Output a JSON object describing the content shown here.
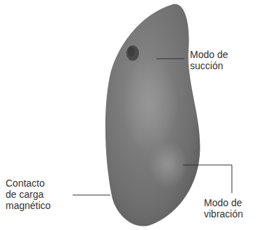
{
  "diagram": {
    "labels": [
      "Modo de succión",
      "Modo de vibración",
      "Contacto de carga magnético"
    ]
  }
}
